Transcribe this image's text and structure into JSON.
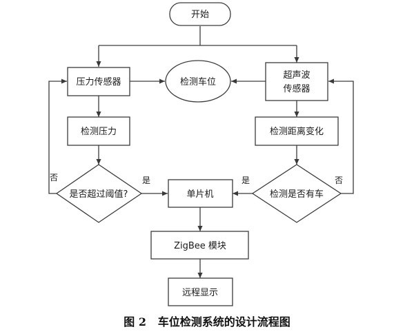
{
  "nodes": {
    "start": "开始",
    "pressure_sensor": "压力传感器",
    "detect_space": "检测车位",
    "ultrasonic_line1": "超声波",
    "ultrasonic_line2": "传感器",
    "detect_pressure": "检测压力",
    "detect_distance": "检测距离变化",
    "threshold_decision": "是否超过阈值?",
    "mcu": "单片机",
    "car_decision": "检测是否有车",
    "zigbee": "ZigBee 模块",
    "remote_display": "远程显示"
  },
  "edge_labels": {
    "threshold_no": "否",
    "threshold_yes": "是",
    "car_yes": "是",
    "car_no": "否"
  },
  "caption": "图 2   车位检测系统的设计流程图"
}
